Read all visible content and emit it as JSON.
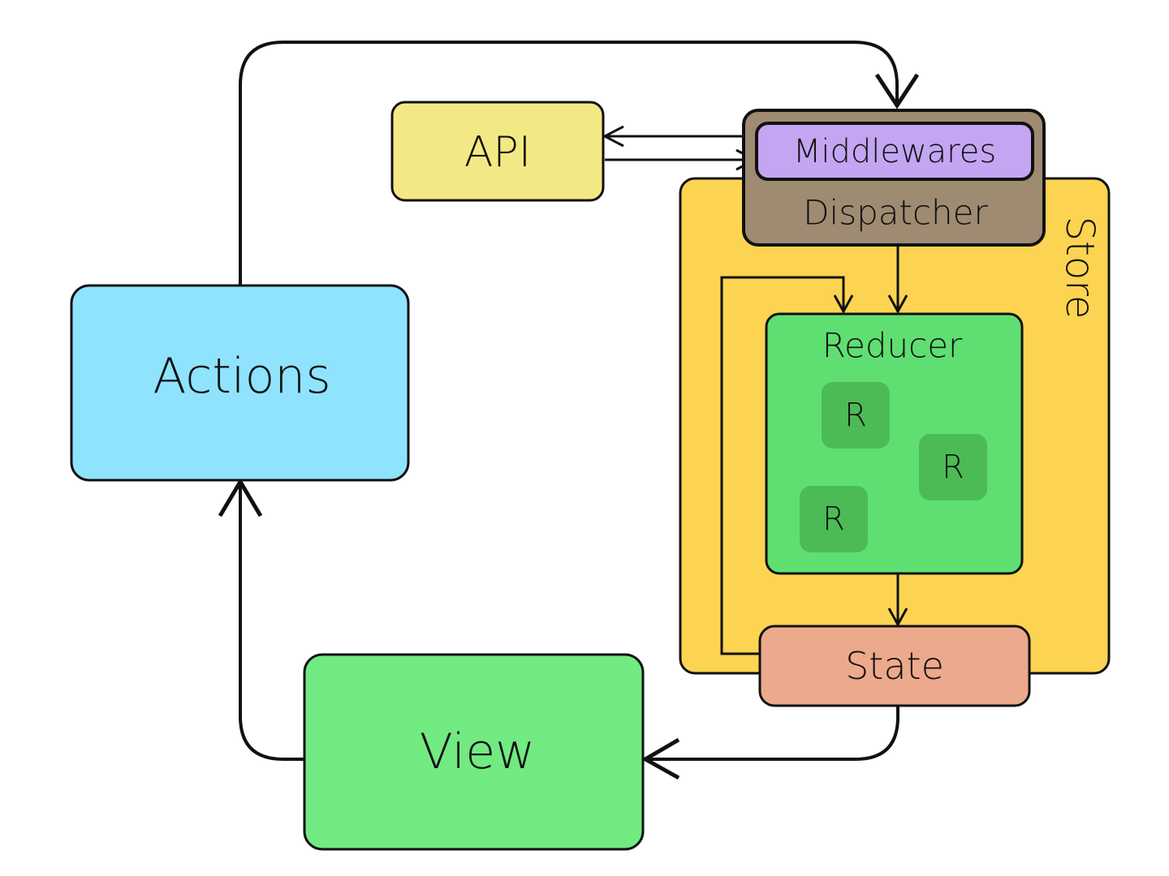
{
  "labels": {
    "actions": "Actions",
    "api": "API",
    "middlewares": "Middlewares",
    "dispatcher": "Dispatcher",
    "store": "Store",
    "reducer": "Reducer",
    "r1": "R",
    "r2": "R",
    "r3": "R",
    "state": "State",
    "view": "View"
  },
  "colors": {
    "actions": "#8fe3fd",
    "api": "#f3e984",
    "middlewares": "#c4a5f2",
    "dispatcher": "#9e8b72",
    "store": "#fdd451",
    "reducer": "#5fdf71",
    "reducer_item": "#4cbb55",
    "state": "#eda98b",
    "view": "#72ea82",
    "stroke": "#111111"
  }
}
